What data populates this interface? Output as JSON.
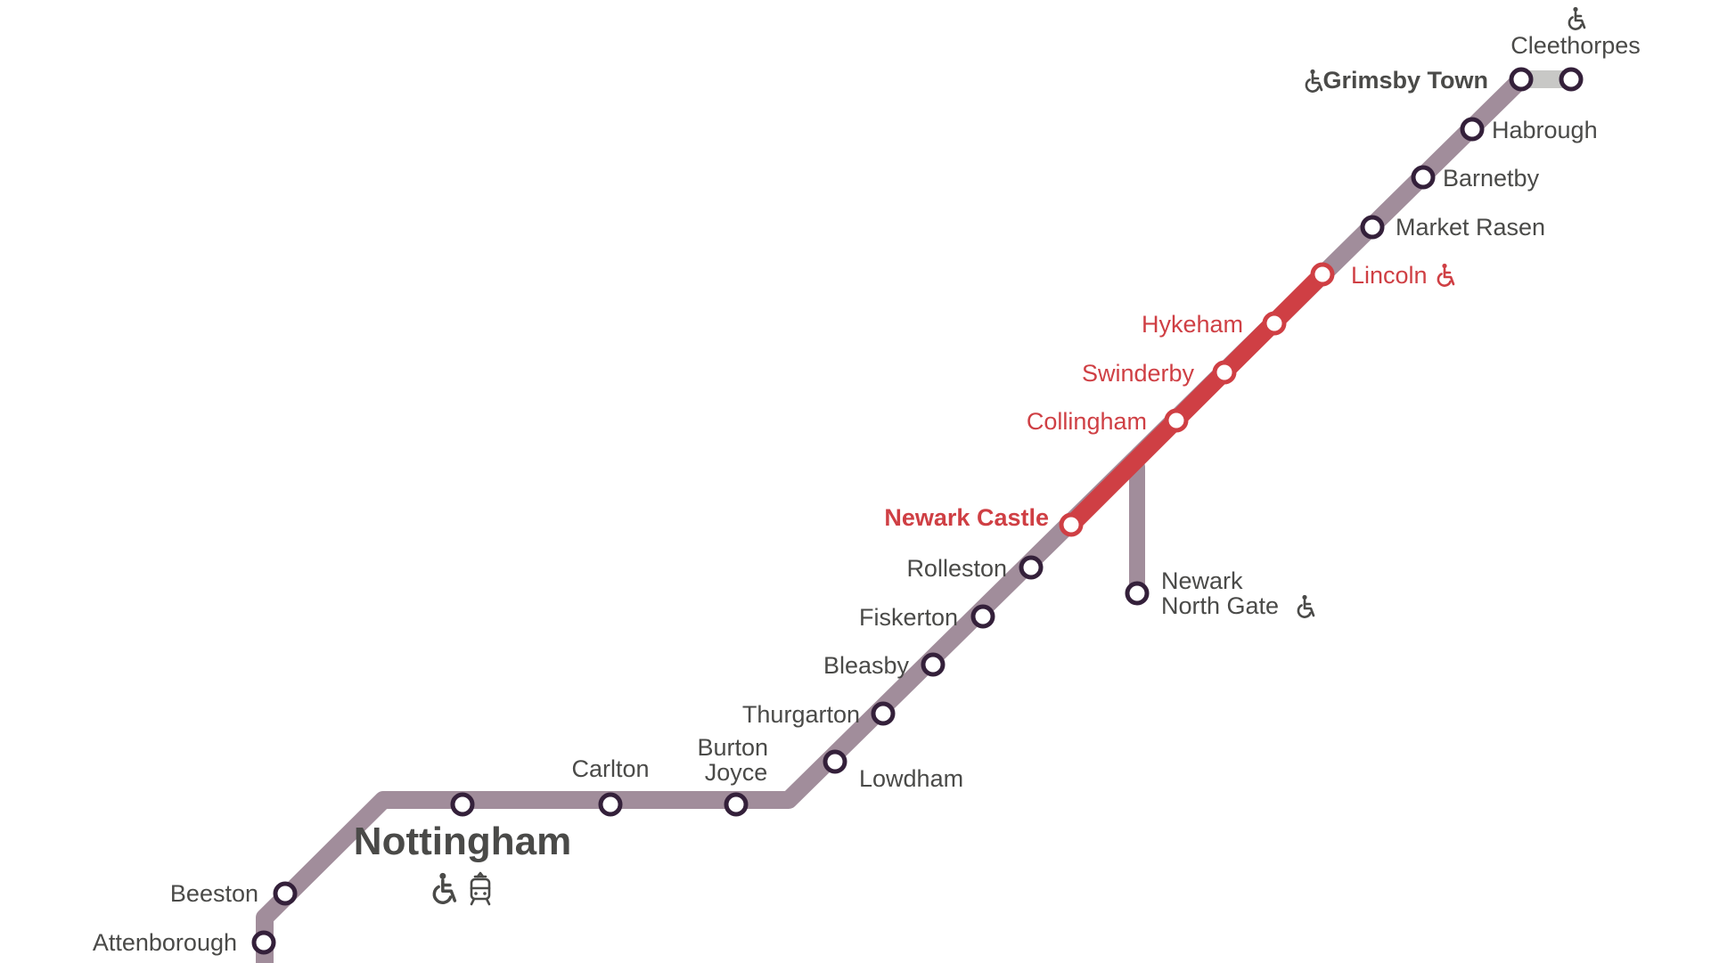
{
  "colors": {
    "main_line": "#a18d9b",
    "highlight_line": "#cf3f44",
    "spur_line": "#c8c8c6",
    "station_ring": "#34203a",
    "label_text": "#4a4a48",
    "highlight_text": "#cf3f44"
  },
  "stations": {
    "cleethorpes": "Cleethorpes",
    "grimsby_town": "Grimsby Town",
    "habrough": "Habrough",
    "barnetby": "Barnetby",
    "market_rasen": "Market Rasen",
    "lincoln": "Lincoln",
    "hykeham": "Hykeham",
    "swinderby": "Swinderby",
    "collingham": "Collingham",
    "newark_castle": "Newark Castle",
    "newark_north_gate_line1": "Newark",
    "newark_north_gate_line2": "North Gate",
    "rolleston": "Rolleston",
    "fiskerton": "Fiskerton",
    "bleasby": "Bleasby",
    "thurgarton": "Thurgarton",
    "lowdham": "Lowdham",
    "burton_joyce_line1": "Burton",
    "burton_joyce_line2": "Joyce",
    "carlton": "Carlton",
    "nottingham": "Nottingham",
    "beeston": "Beeston",
    "attenborough": "Attenborough"
  },
  "icons": {
    "accessible": "wheelchair-icon",
    "tram": "tram-icon"
  }
}
